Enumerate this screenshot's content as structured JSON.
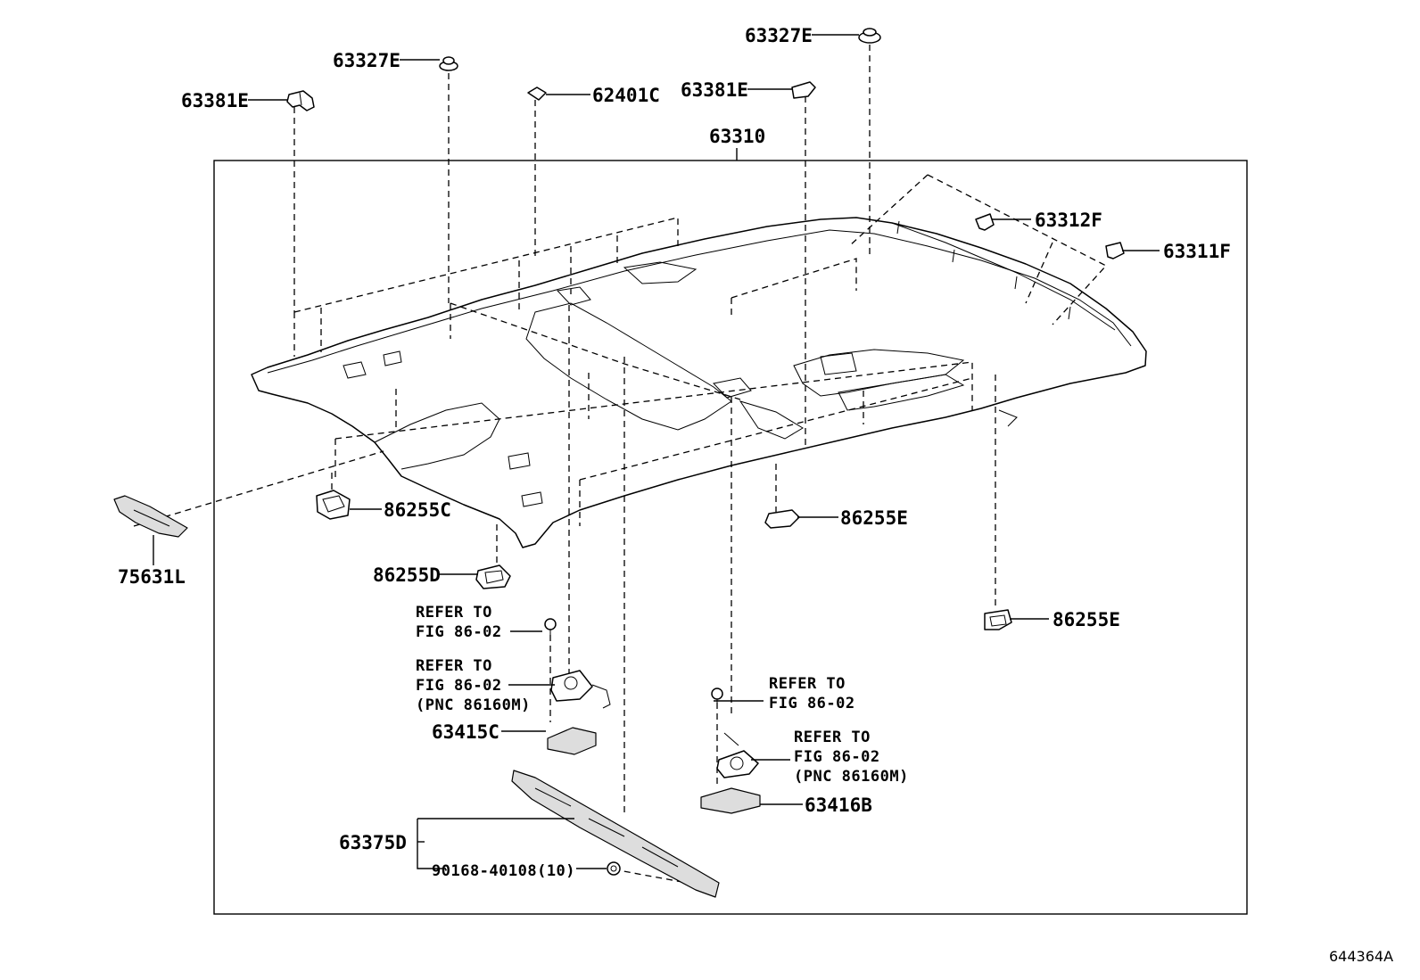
{
  "diagram": {
    "figure_id": "644364A",
    "assembly_label": "63310",
    "labels": {
      "l63327E_a": "63327E",
      "l63327E_b": "63327E",
      "l63381E_a": "63381E",
      "l63381E_b": "63381E",
      "l62401C": "62401C",
      "l63312F": "63312F",
      "l63311F": "63311F",
      "l86255C": "86255C",
      "l86255D": "86255D",
      "l86255E_a": "86255E",
      "l86255E_b": "86255E",
      "l75631L": "75631L",
      "l63415C": "63415C",
      "l63416B": "63416B",
      "l63375D": "63375D",
      "l90168": "90168-40108(10)"
    },
    "notes": {
      "n1_l1": "REFER TO",
      "n1_l2": "FIG 86-02",
      "n2_l1": "REFER TO",
      "n2_l2": "FIG 86-02",
      "n2_l3": "(PNC 86160M)",
      "n3_l1": "REFER TO",
      "n3_l2": "FIG 86-02",
      "n4_l1": "REFER TO",
      "n4_l2": "FIG 86-02",
      "n4_l3": "(PNC 86160M)"
    }
  }
}
